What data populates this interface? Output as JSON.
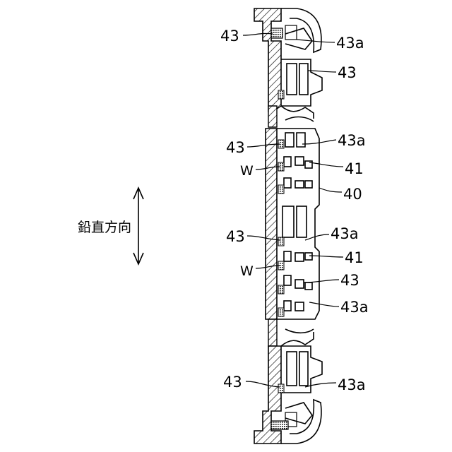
{
  "direction_label": "鉛直方向",
  "labels": {
    "l_43_top_left": "43",
    "l_43a_top_right": "43a",
    "l_43_upper_right": "43",
    "l_43_mid_left_1": "43",
    "l_43a_mid_right_1": "43a",
    "l_W_1": "W",
    "l_41_1": "41",
    "l_40": "40",
    "l_43_mid_left_2": "43",
    "l_43a_mid_right_2": "43a",
    "l_41_2": "41",
    "l_W_2": "W",
    "l_43_lower_right": "43",
    "l_43a_lower_right": "43a",
    "l_43_bottom_left": "43",
    "l_43a_bottom_right": "43a"
  }
}
